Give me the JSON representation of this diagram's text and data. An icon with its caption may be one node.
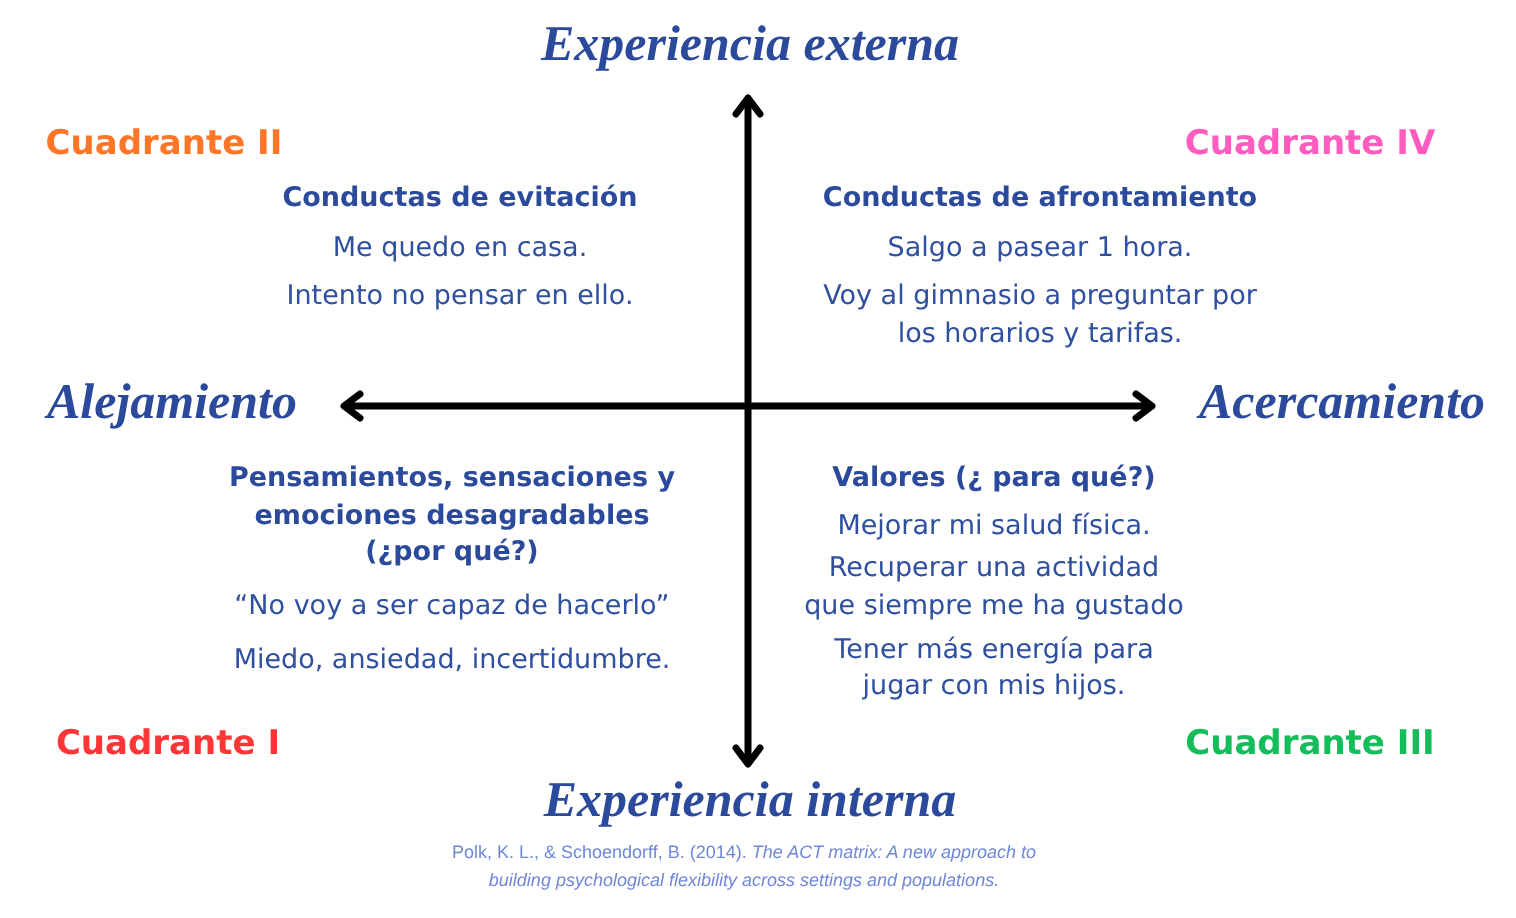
{
  "diagram": {
    "caption": "Polk, K. L., & Schoendorff, B. (2014). *The ACT matrix: A new approach to building psychological flexibility across settings and populations.*",
    "labels": [
      "Experiencia externa",
      "Cuadrante II",
      "Conductas de evitación",
      "Me quedo en casa.",
      "Intento no pensar en ello.",
      "Cuadrante IV",
      "Conductas de afrontamiento",
      "Salgo a pasear 1 hora.",
      "Voy al gimnasio a preguntar por los horarios y tarifas.",
      "Alejamiento",
      "Acercamiento",
      "Pensamientos, sensaciones y emociones desagradables (¿por qué?)",
      "“No voy a ser capaz de hacerlo”",
      "Miedo, ansiedad, incertidumbre.",
      "Cuadrante I",
      "Valores (¿ para qué?)",
      "Mejorar mi salud física.",
      "Recuperar una actividad que siempre me ha gustado",
      "Tener más energía para jugar con mis hijos.",
      "Cuadrante III",
      "Experiencia interna"
    ]
  }
}
